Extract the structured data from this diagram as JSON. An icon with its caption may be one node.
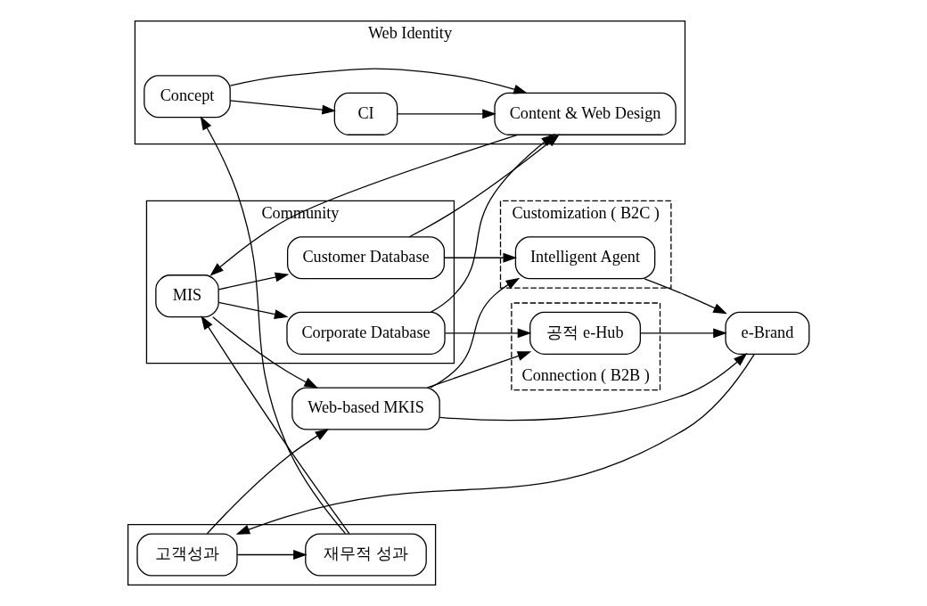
{
  "diagram": {
    "nodes": [
      {
        "text": [
          "Web Identity"
        ]
      },
      {
        "text": [
          "CI"
        ],
        "in": 0
      },
      {
        "text": [
          "Concept"
        ],
        "in": 0
      },
      {
        "text": [
          "Content & Web Design"
        ],
        "in": 0
      },
      {
        "text": [
          "Community"
        ]
      },
      {
        "text": [
          "Customer Database"
        ],
        "in": 4
      },
      {
        "text": [
          "MIS"
        ],
        "in": 4
      },
      {
        "text": [
          "Corporate Database"
        ],
        "in": 4
      },
      {
        "text": [
          "Customization ( B2C )"
        ]
      },
      {
        "text": [
          "Intelligent Agent"
        ],
        "in": 8
      },
      {
        "text": [
          "Web-based MKIS"
        ]
      },
      {
        "text": [
          "Connection ( B2B )"
        ]
      },
      {
        "text": [
          "공적 e-Hub"
        ],
        "in": 11
      },
      {
        "text": [
          "e-Brand"
        ]
      },
      {
        "text": [],
        "shape": "box"
      },
      {
        "text": [
          "재무적 성과"
        ],
        "in": 14
      },
      {
        "text": [
          "고객성과"
        ],
        "in": 14
      }
    ],
    "edges": [
      {
        "from": 2,
        "to": 1,
        "arrow": "to"
      },
      {
        "from": 1,
        "to": 3,
        "arrow": "to"
      },
      {
        "from": 2,
        "to": 3,
        "arrow": "to"
      },
      {
        "from": 5,
        "to": 3,
        "arrow": "to"
      },
      {
        "from": 7,
        "to": 3,
        "arrow": "to"
      },
      {
        "from": 3,
        "to": 6,
        "arrow": "to"
      },
      {
        "from": 6,
        "to": 5,
        "arrow": "to"
      },
      {
        "from": 6,
        "to": 7,
        "arrow": "to"
      },
      {
        "from": 5,
        "to": 9,
        "arrow": "to"
      },
      {
        "from": 6,
        "to": 10,
        "arrow": "to"
      },
      {
        "from": 10,
        "to": 9,
        "arrow": "to"
      },
      {
        "from": 10,
        "to": 12,
        "arrow": "to"
      },
      {
        "from": 10,
        "to": 13,
        "arrow": "to"
      },
      {
        "from": 9,
        "to": 13,
        "arrow": "to"
      },
      {
        "from": 12,
        "to": 13,
        "arrow": "to"
      },
      {
        "from": 7,
        "to": 12,
        "arrow": "to"
      },
      {
        "from": 13,
        "to": 16,
        "arrow": "to"
      },
      {
        "from": 16,
        "to": 15,
        "arrow": "to"
      },
      {
        "from": 16,
        "to": 10,
        "arrow": "to"
      },
      {
        "from": 15,
        "to": 6,
        "arrow": "to"
      },
      {
        "from": 15,
        "to": 2,
        "arrow": "to"
      }
    ]
  }
}
